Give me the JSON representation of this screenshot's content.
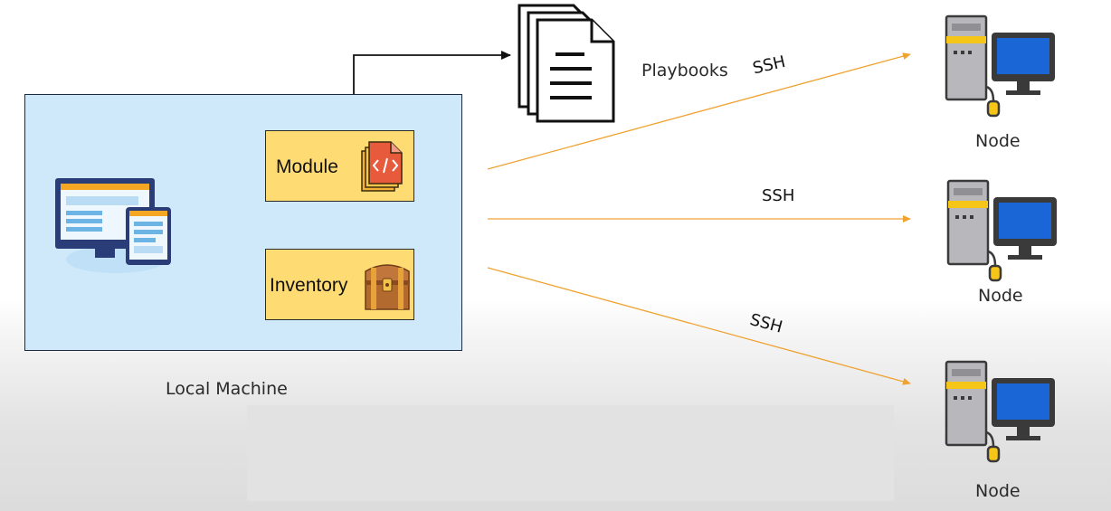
{
  "local_machine": {
    "label": "Local Machine"
  },
  "module": {
    "label": "Module"
  },
  "inventory": {
    "label": "Inventory"
  },
  "playbooks": {
    "label": "Playbooks"
  },
  "connections": [
    {
      "label": "SSH"
    },
    {
      "label": "SSH"
    },
    {
      "label": "SSH"
    }
  ],
  "nodes": [
    {
      "label": "Node"
    },
    {
      "label": "Node"
    },
    {
      "label": "Node"
    }
  ],
  "colors": {
    "panel_fill": "#cfe9fb",
    "box_fill": "#ffdb73",
    "arrow_orange": "#f0a230",
    "screen_blue": "#1a66d6",
    "tower_gray": "#b8b8bc"
  },
  "icons": [
    "desktop-tablet-icon",
    "code-files-icon",
    "treasure-chest-icon",
    "documents-icon",
    "computer-tower-icon"
  ]
}
